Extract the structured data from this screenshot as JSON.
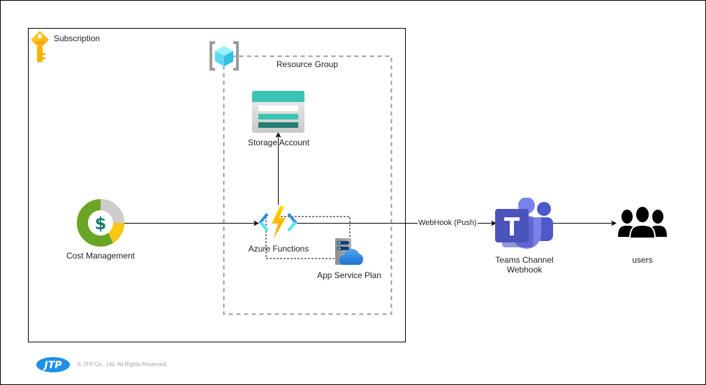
{
  "diagram": {
    "containers": {
      "subscription": {
        "label": "Subscription",
        "icon": "key-icon"
      },
      "resource_group": {
        "label": "Resource Group",
        "icon": "resource-group-icon"
      }
    },
    "nodes": {
      "storage_account": {
        "label": "Storage Account",
        "icon": "storage-account-icon"
      },
      "azure_functions": {
        "label": "Azure Functions",
        "icon": "azure-functions-icon"
      },
      "app_service_plan": {
        "label": "App Service Plan",
        "icon": "app-service-plan-icon"
      },
      "cost_management": {
        "label": "Cost Management",
        "icon": "cost-management-icon"
      },
      "teams_webhook": {
        "label_line1": "Teams Channel",
        "label_line2": "Webhook",
        "icon": "teams-icon"
      },
      "users": {
        "label": "users",
        "icon": "users-icon"
      }
    },
    "edges": [
      {
        "from": "Cost Management",
        "to": "Azure Functions",
        "label": ""
      },
      {
        "from": "Azure Functions",
        "to": "Storage Account",
        "label": ""
      },
      {
        "from": "Azure Functions",
        "to": "Teams Channel Webhook",
        "label": "WebHook (Push)"
      },
      {
        "from": "Teams Channel Webhook",
        "to": "users",
        "label": ""
      },
      {
        "from": "Azure Functions",
        "to": "App Service Plan",
        "label": "",
        "style": "dashed"
      }
    ]
  },
  "footer": {
    "logo_text": "JTP",
    "copyright": "© JTP Co., Ltd. All Rights Reserved."
  },
  "colors": {
    "storage_teal": "#3bc3b3",
    "functions_yellow": "#fcc419",
    "functions_blue": "#2f8fde",
    "teams_purple": "#5059c9",
    "cost_green": "#6aa625",
    "logo_blue": "#1e90e6"
  }
}
